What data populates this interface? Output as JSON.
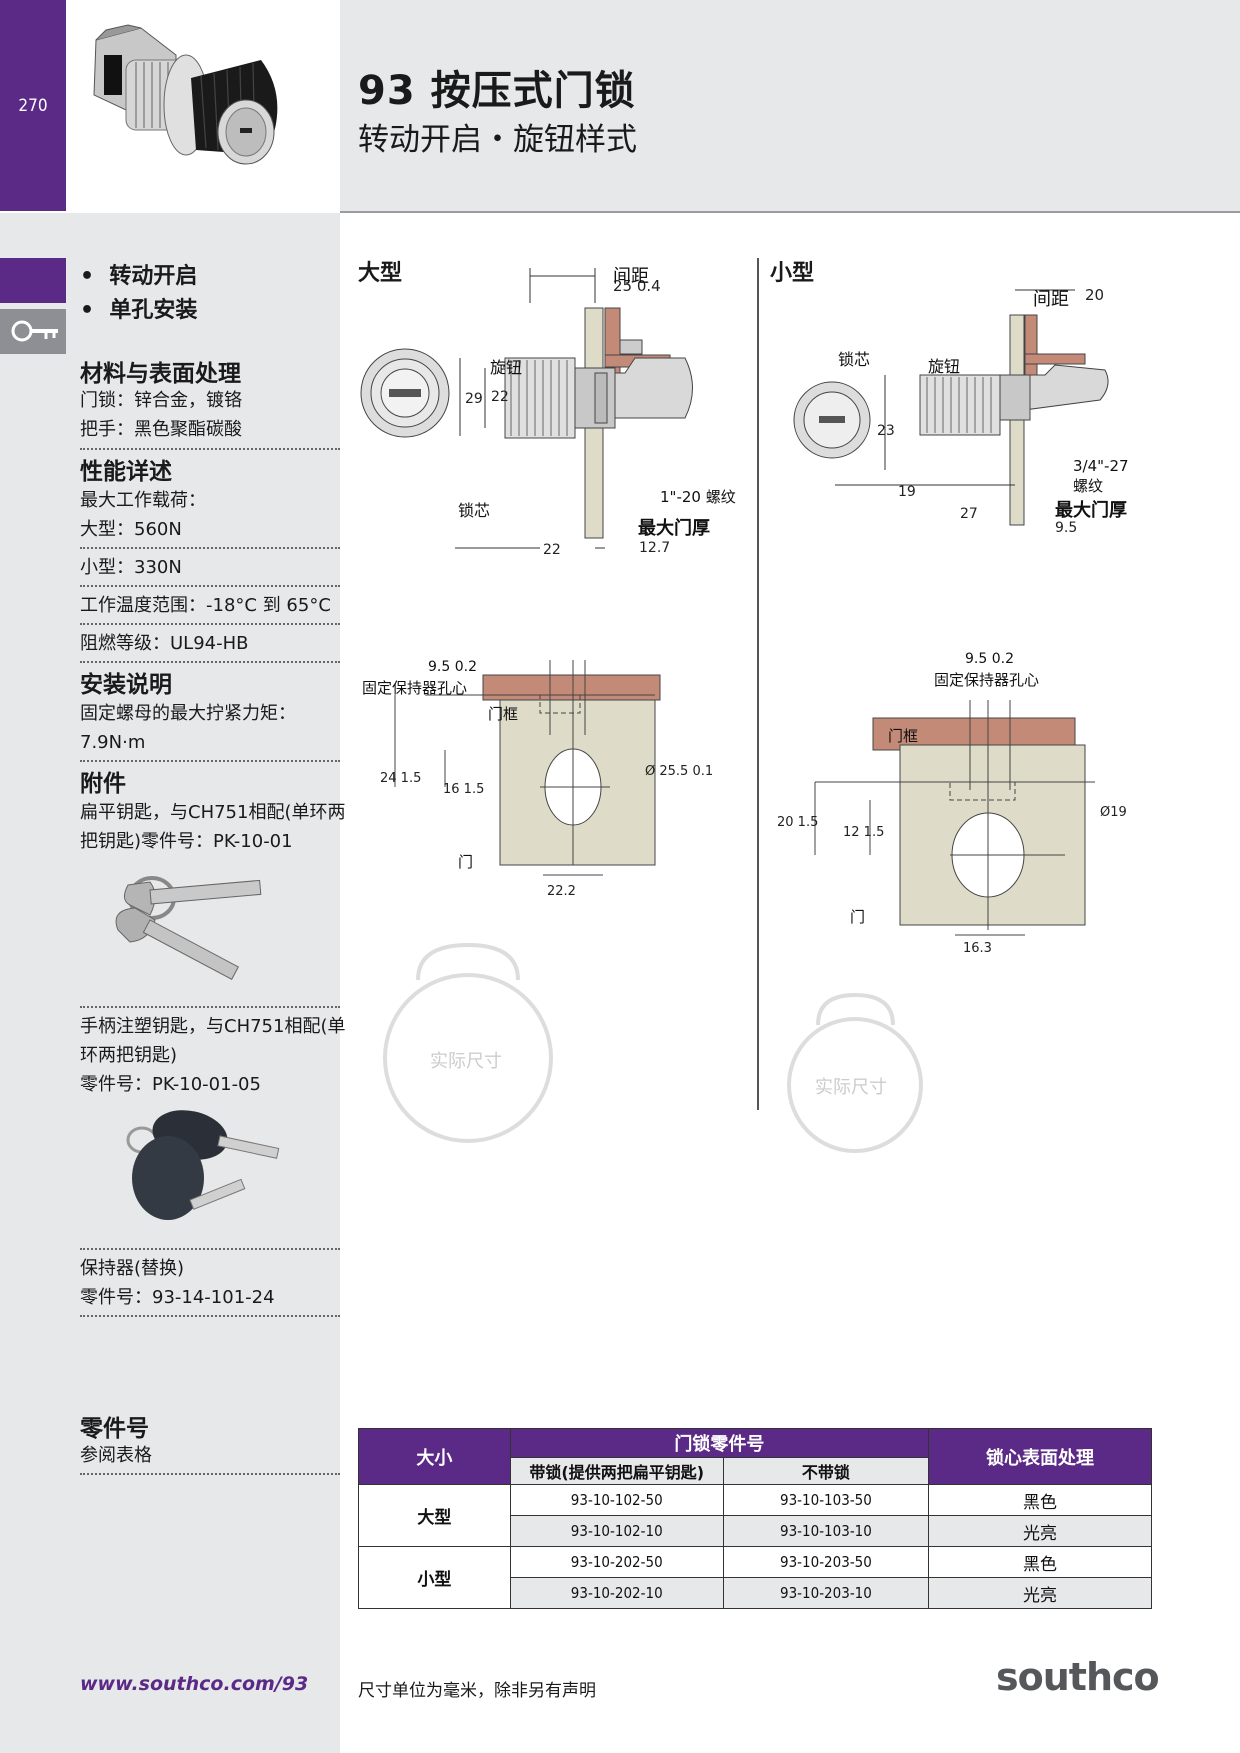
{
  "page_number": "270",
  "title": "93 按压式门锁",
  "subtitle": "转动开启・旋钮样式",
  "features": [
    "转动开启",
    "单孔安装"
  ],
  "materials": {
    "heading": "材料与表面处理",
    "lines": [
      "门锁：锌合金，镀铬",
      "把手：黑色聚酯碳酸"
    ]
  },
  "performance": {
    "heading": "性能详述",
    "max_load_label": "最大工作载荷：",
    "large_load": "大型：560N",
    "small_load": "小型：330N",
    "temp": "工作温度范围：-18°C 到 65°C",
    "flame": "阻燃等级：UL94-HB"
  },
  "install": {
    "heading": "安装说明",
    "line1": "固定螺母的最大拧紧力矩：",
    "line2": "7.9N·m"
  },
  "accessories": {
    "heading": "附件",
    "flat_key_1": "扁平钥匙，与CH751相配(单环两",
    "flat_key_2": "把钥匙)零件号：PK-10-01",
    "molded_key_1": "手柄注塑钥匙，与CH751相配(单",
    "molded_key_2": "环两把钥匙)",
    "molded_key_3": "零件号：PK-10-01-05",
    "retainer_1": "保持器(替换)",
    "retainer_2": "零件号：93-14-101-24"
  },
  "part_no": {
    "heading": "零件号",
    "note": "参阅表格"
  },
  "footer_url": "www.southco.com/93",
  "footnote": "尺寸单位为毫米，除非另有声明",
  "logo": "southco",
  "diagrams": {
    "large_label": "大型",
    "small_label": "小型",
    "spacing": "间距",
    "knob": "旋钮",
    "core": "锁芯",
    "max_door": "最大门厚",
    "thread_large": "1\"-20 螺纹",
    "thread_small_1": "3/4\"-27",
    "thread_small_2": "螺纹",
    "frame": "门框",
    "door": "门",
    "retainer_center": "固定保持器孔心",
    "actual_size": "实际尺寸",
    "large_dims": {
      "spacing": "25  0.4",
      "d29": "29",
      "d22": "22",
      "b22": "22",
      "b127": "12.7",
      "ret": "9.5  0.2",
      "h24": "24  1.5",
      "h16": "16  1.5",
      "dia": "Ø 25.5   0.1",
      "w": "22.2"
    },
    "small_dims": {
      "spacing": "20",
      "d23": "23",
      "d19": "19",
      "b27": "27",
      "b95": "9.5",
      "ret": "9.5  0.2",
      "h20": "20  1.5",
      "h12": "12  1.5",
      "dia": "Ø19",
      "w": "16.3"
    }
  },
  "table": {
    "col_size": "大小",
    "col_partno": "门锁零件号",
    "col_with_lock": "带锁(提供两把扁平钥匙)",
    "col_no_lock": "不带锁",
    "col_finish": "锁心表面处理",
    "groups": [
      {
        "size": "大型",
        "rows": [
          {
            "with_lock": "93-10-102-50",
            "no_lock": "93-10-103-50",
            "finish": "黑色"
          },
          {
            "with_lock": "93-10-102-10",
            "no_lock": "93-10-103-10",
            "finish": "光亮"
          }
        ]
      },
      {
        "size": "小型",
        "rows": [
          {
            "with_lock": "93-10-202-50",
            "no_lock": "93-10-203-50",
            "finish": "黑色"
          },
          {
            "with_lock": "93-10-202-10",
            "no_lock": "93-10-203-10",
            "finish": "光亮"
          }
        ]
      }
    ]
  },
  "colors": {
    "brand_purple": "#5b2a86",
    "sidebar_gray": "#e7e8ea",
    "frame_brown": "#c38a78",
    "door_beige": "#dedcc8"
  }
}
